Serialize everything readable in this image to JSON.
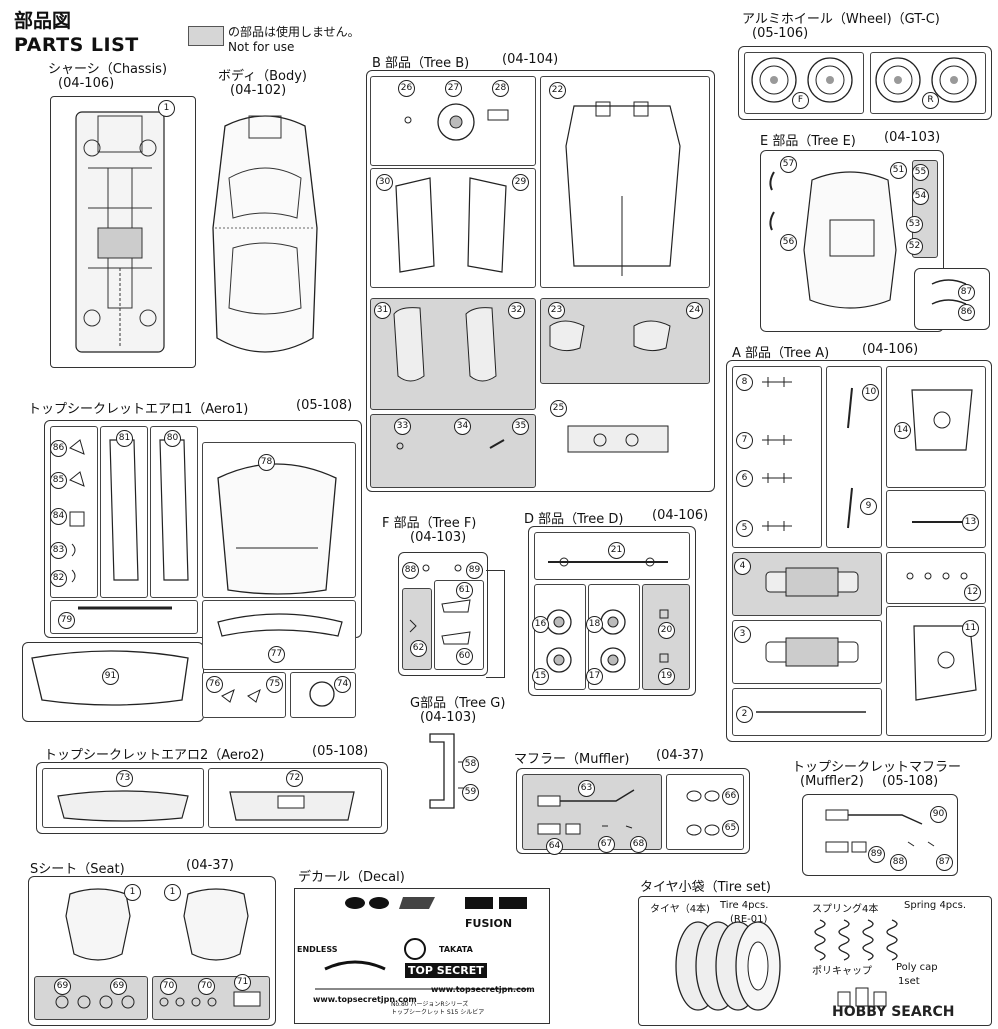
{
  "header": {
    "title_jp": "部品図",
    "title_en": "PARTS LIST",
    "legend_jp": "の部品は使用しません。",
    "legend_en": "Not for use"
  },
  "sections": {
    "chassis": {
      "label": "シャーシ（Chassis)",
      "code": "(04-106)"
    },
    "body": {
      "label": "ボディ（Body)",
      "code": "(04-102)"
    },
    "tree_b": {
      "label": "B 部品（Tree B)",
      "code": "(04-104)"
    },
    "wheel": {
      "label": "アルミホイール（Wheel)（GT-C)",
      "code": "(05-106)"
    },
    "tree_e": {
      "label": "E 部品（Tree E)",
      "code": "(04-103)"
    },
    "tree_a": {
      "label": "A 部品（Tree A)",
      "code": "(04-106)"
    },
    "aero1": {
      "label": "トップシークレットエアロ1（Aero1)",
      "code": "(05-108)"
    },
    "tree_f": {
      "label": "F 部品（Tree F)",
      "code": "(04-103)"
    },
    "tree_d": {
      "label": "D 部品（Tree D)",
      "code": "(04-106)"
    },
    "tree_g": {
      "label": "G部品（Tree G)",
      "code": "(04-103)"
    },
    "aero2": {
      "label": "トップシークレットエアロ2（Aero2)",
      "code": "(05-108)"
    },
    "muffler": {
      "label": "マフラー（Muffler)",
      "code": "(04-37)"
    },
    "muffler2": {
      "label": "トップシークレットマフラー",
      "label2": "(Muffler2)",
      "code": "(05-108)"
    },
    "seat": {
      "label": "Sシート（Seat)",
      "code": "(04-37)"
    },
    "decal": {
      "label": "デカール（Decal)"
    },
    "tire_set": {
      "label": "タイヤ小袋（Tire set)"
    }
  },
  "tire_set_info": {
    "tire_jp": "タイヤ（4本)",
    "tire_en": "Tire 4pcs.",
    "tire_code": "(RE-01)",
    "spring_jp": "スプリング4本",
    "spring_en": "Spring 4pcs.",
    "polycap_jp": "ポリキャップ",
    "polycap_en": "Poly cap",
    "polycap_qty": "1set"
  },
  "wheel_marks": {
    "front": "F",
    "rear": "R"
  },
  "decal_text": {
    "topsecret": "TOP SECRET",
    "url": "www.topsecretjpn.com",
    "fusion": "FUSION",
    "endless": "ENDLESS",
    "takata": "TAKATA",
    "caption": "トップシークレット S15 シルビア",
    "caption2": "No.80 バージョンRシリーズ"
  },
  "watermark": "HOBBY SEARCH",
  "part_numbers": {
    "chassis": [
      "1"
    ],
    "tree_b": [
      "26",
      "27",
      "28",
      "22",
      "30",
      "29",
      "31",
      "32",
      "23",
      "24",
      "33",
      "34",
      "35",
      "25"
    ],
    "tree_e": [
      "57",
      "51",
      "55",
      "54",
      "53",
      "52",
      "56",
      "87",
      "86"
    ],
    "tree_a": [
      "8",
      "7",
      "6",
      "5",
      "10",
      "9",
      "14",
      "13",
      "4",
      "12",
      "3",
      "11",
      "2"
    ],
    "aero1": [
      "86",
      "81",
      "80",
      "78",
      "85",
      "84",
      "83",
      "82",
      "79",
      "77",
      "91",
      "76",
      "75",
      "74"
    ],
    "tree_f": [
      "88",
      "89",
      "61",
      "62",
      "60"
    ],
    "tree_d": [
      "21",
      "16",
      "18",
      "20",
      "15",
      "17",
      "19"
    ],
    "tree_g": [
      "58",
      "59"
    ],
    "aero2": [
      "73",
      "72"
    ],
    "muffler": [
      "63",
      "66",
      "65",
      "64",
      "67",
      "68"
    ],
    "muffler2": [
      "90",
      "89",
      "88",
      "87"
    ],
    "seat": [
      "1",
      "1",
      "69",
      "69",
      "70",
      "70",
      "71"
    ]
  }
}
